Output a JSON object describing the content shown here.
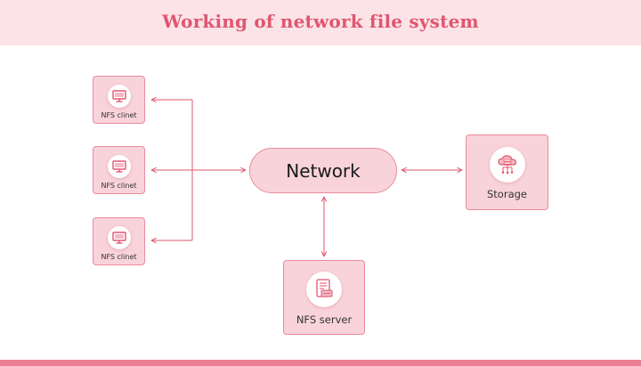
{
  "title": "Working of network file system",
  "clients": [
    {
      "label": "NFS clinet",
      "icon": "computer-icon"
    },
    {
      "label": "NFS clinet",
      "icon": "computer-icon"
    },
    {
      "label": "NFS clinet",
      "icon": "computer-icon"
    }
  ],
  "network": {
    "label": "Network"
  },
  "storage": {
    "label": "Storage",
    "icon": "cloud-storage-icon"
  },
  "server": {
    "label": "NFS server",
    "icon": "nfs-document-icon"
  },
  "colors": {
    "accent": "#e0566f",
    "box_fill": "#f8d3da",
    "box_border": "#e98c9c",
    "header_bg": "#fbe3e7",
    "bottom_bar": "#e87f92"
  }
}
